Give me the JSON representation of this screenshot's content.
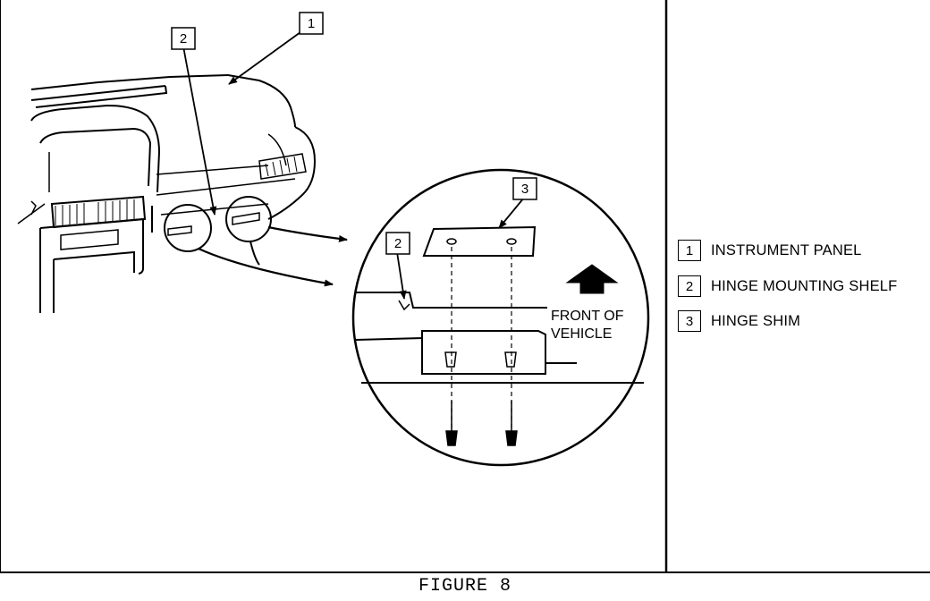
{
  "figure": {
    "caption": "FIGURE 8",
    "callouts": {
      "instrument_panel": "1",
      "hinge_shelf_main": "2",
      "hinge_shelf_detail": "2",
      "hinge_shim_detail": "3"
    },
    "detail_note": {
      "line1": "FRONT OF",
      "line2": "VEHICLE"
    }
  },
  "legend": [
    {
      "number": "1",
      "label": "INSTRUMENT PANEL"
    },
    {
      "number": "2",
      "label": "HINGE MOUNTING SHELF"
    },
    {
      "number": "3",
      "label": "HINGE SHIM"
    }
  ]
}
